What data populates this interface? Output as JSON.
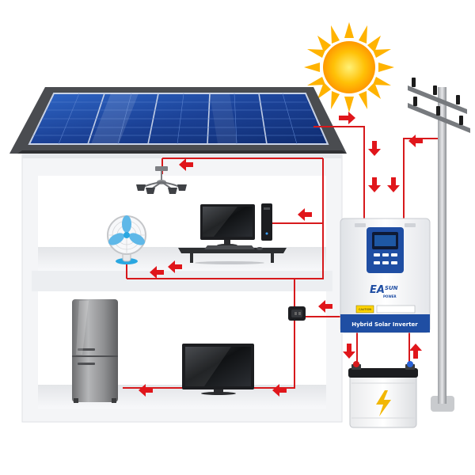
{
  "inverter": {
    "brand_prefix": "EA",
    "brand_suffix": "SUN",
    "brand_sub": "POWER",
    "product_label": "Hybrid Solar Inverter",
    "warning_label": "CAUTION"
  },
  "colors": {
    "wire": "#d7191c",
    "arrow": "#e0161b",
    "house_wall": "#f4f5f7",
    "roof": "#4a4c50",
    "panel": "#1c4ba0",
    "sun": "#ffb300",
    "inverter_accent": "#1f4ea3"
  },
  "icons": [
    "sun-icon",
    "solar-panel-icon",
    "utility-pole-icon",
    "ceiling-lamp-icon",
    "desk-fan-icon",
    "desktop-computer-icon",
    "refrigerator-icon",
    "television-icon",
    "battery-icon",
    "lightning-bolt-icon",
    "power-outlet-icon",
    "inverter-display-icon"
  ]
}
